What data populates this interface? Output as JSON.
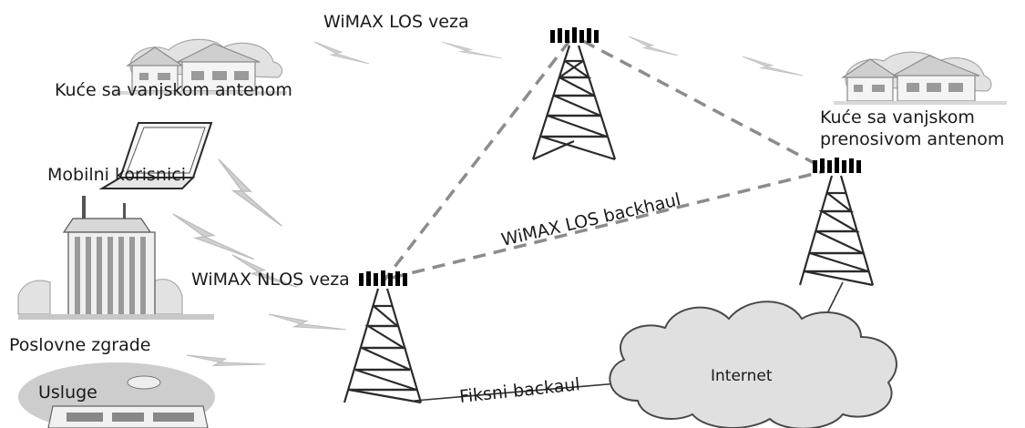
{
  "labels": {
    "los_link": "WiMAX LOS veza",
    "houses_outdoor": "Kuće sa vanjskom antenom",
    "houses_portable_line1": "Kuće sa vanjskom",
    "houses_portable_line2": "prenosivom antenom",
    "mobile_users": "Mobilni korisnici",
    "los_backhaul": "WiMAX LOS backhaul",
    "nlos_link": "WiMAX NLOS veza",
    "business_buildings": "Poslovne zgrade",
    "services": "Usluge",
    "fixed_backhaul": "Fiksni backaul",
    "internet": "Internet"
  },
  "icons": [
    "tower-icon",
    "house-icon",
    "laptop-icon",
    "office-building-icon",
    "service-building-icon",
    "cloud-icon",
    "lightning-signal-icon"
  ]
}
